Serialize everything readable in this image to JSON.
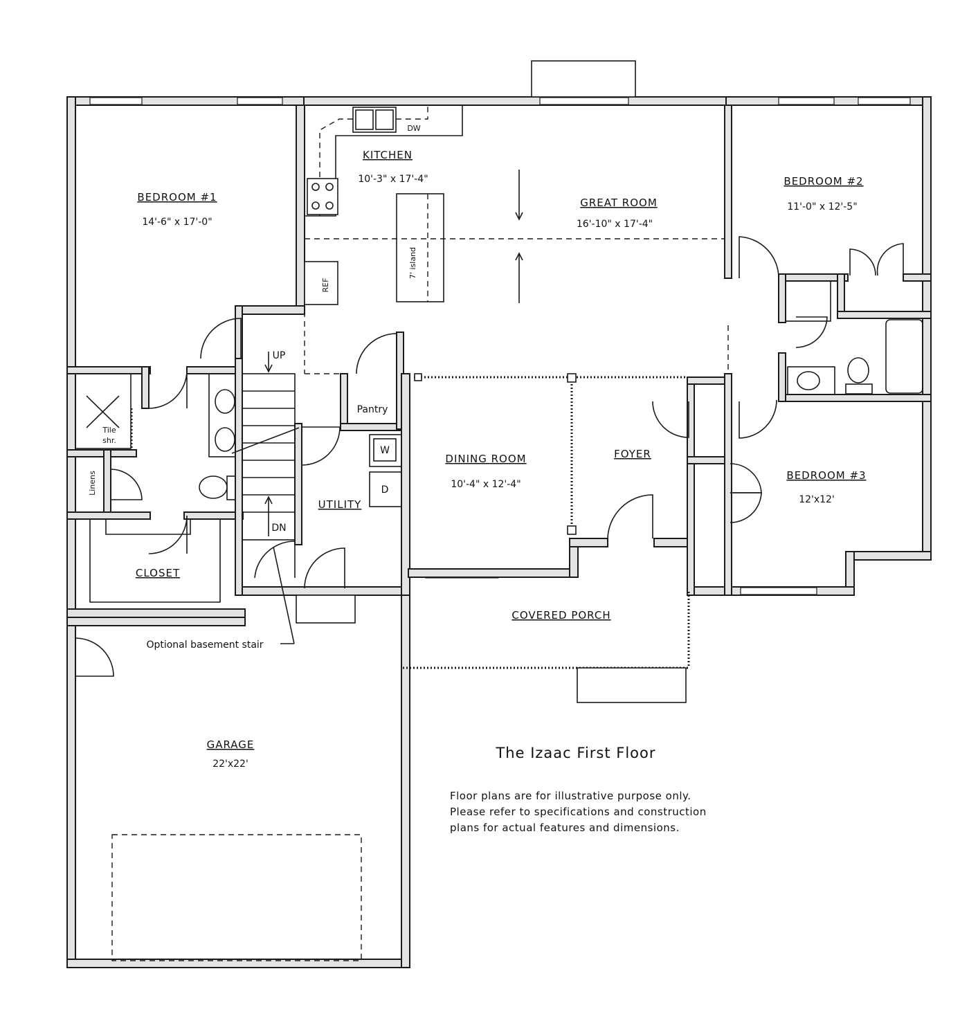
{
  "plan": {
    "title": "The Izaac First Floor",
    "disclaimer": [
      "Floor plans are for illustrative purpose only.",
      "Please refer to specifications and construction",
      "plans for actual features and dimensions."
    ]
  },
  "rooms": {
    "bedroom1": {
      "name": "BEDROOM #1",
      "dims": "14'-6\" x 17'-0\""
    },
    "kitchen": {
      "name": "KITCHEN",
      "dims": "10'-3\" x 17'-4\""
    },
    "great_room": {
      "name": "GREAT ROOM",
      "dims": "16'-10\" x 17'-4\""
    },
    "bedroom2": {
      "name": "BEDROOM #2",
      "dims": "11'-0\" x 12'-5\""
    },
    "dining": {
      "name": "DINING ROOM",
      "dims": "10'-4\" x 12'-4\""
    },
    "foyer": {
      "name": "FOYER"
    },
    "bedroom3": {
      "name": "BEDROOM #3",
      "dims": "12'x12'"
    },
    "utility": {
      "name": "UTILITY"
    },
    "closet": {
      "name": "CLOSET"
    },
    "covered_porch": {
      "name": "COVERED PORCH"
    },
    "garage": {
      "name": "GARAGE",
      "dims": "22'x22'"
    },
    "pantry": {
      "name": "Pantry"
    }
  },
  "fixtures": {
    "dw": "DW",
    "ref": "REF",
    "island": "7' island",
    "tile_shower_1": "Tile",
    "tile_shower_2": "shr.",
    "linens": "Linens",
    "washer": "W",
    "dryer": "D",
    "stair_up": "UP",
    "stair_down": "DN",
    "basement_note": "Optional basement stair"
  }
}
